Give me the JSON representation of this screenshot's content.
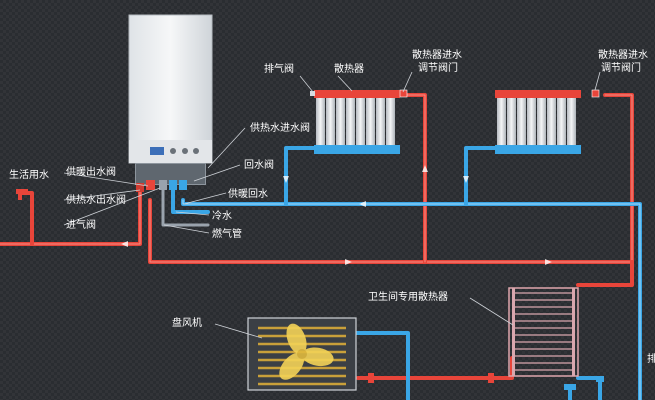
{
  "colors": {
    "hot_pipe": "#e8453a",
    "hot_pipe_highlight": "#f48f85",
    "cold_pipe": "#3aa6e6",
    "cold_pipe_highlight": "#a8dcfb",
    "background": "#2a2d31",
    "label_text": "#ffffff",
    "leader_line": "#cfd3d8",
    "boiler_body": "#e9ecef",
    "radiator_fin": "#e6e8eb",
    "fan_coil_bg": "#c9a03a",
    "fan_blade": "#f3d257",
    "towel_rail": "#d9a7ae"
  },
  "labels": {
    "exhaust_valve": "排气阀",
    "radiator": "散热器",
    "radiator_inlet_valve_1_line1": "散热器进水",
    "radiator_inlet_valve_1_line2": "调节阀门",
    "radiator_inlet_valve_2_line1": "散热器进水",
    "radiator_inlet_valve_2_line2": "调节阀门",
    "heating_supply_inlet_valve": "供热水进水阀",
    "return_valve": "回水阀",
    "heating_return": "供暖回水",
    "cold_water": "冷水",
    "gas_pipe": "燃气管",
    "domestic_water": "生活用水",
    "heating_outlet_valve": "供暖出水阀",
    "hot_water_outlet_valve": "供热水出水阀",
    "inlet_valve": "进气阀",
    "bathroom_radiator": "卫生间专用散热器",
    "fan_coil": "盘风机",
    "partial_right_label": "排"
  }
}
